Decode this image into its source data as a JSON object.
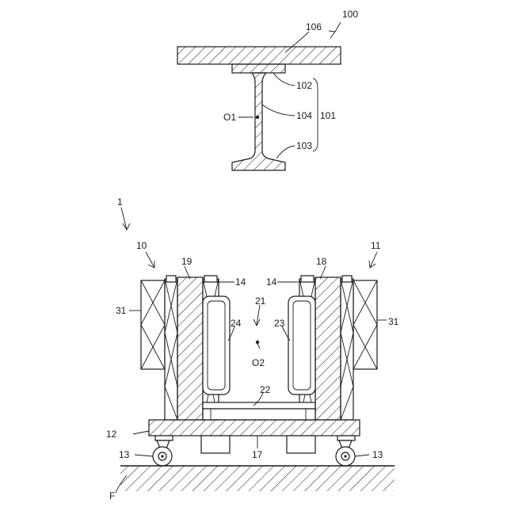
{
  "labels": {
    "assembly_100": "100",
    "top_plate_106": "106",
    "upper_flange_102": "102",
    "web_104": "104",
    "group_101": "101",
    "lower_flange_103": "103",
    "center_o1": "O1",
    "device_1": "1",
    "left_unit_10": "10",
    "right_unit_11": "11",
    "left_roller_19": "19",
    "right_roller_18": "18",
    "left_bracket_14": "14",
    "right_bracket_14": "14",
    "gap_21": "21",
    "left_coil_31": "31",
    "right_coil_31": "31",
    "left_frame_24": "24",
    "right_frame_23": "23",
    "center_o2": "O2",
    "crossbar_22": "22",
    "cart_12": "12",
    "left_wheel_13": "13",
    "right_wheel_13": "13",
    "base_17": "17",
    "floor_f": "F"
  }
}
